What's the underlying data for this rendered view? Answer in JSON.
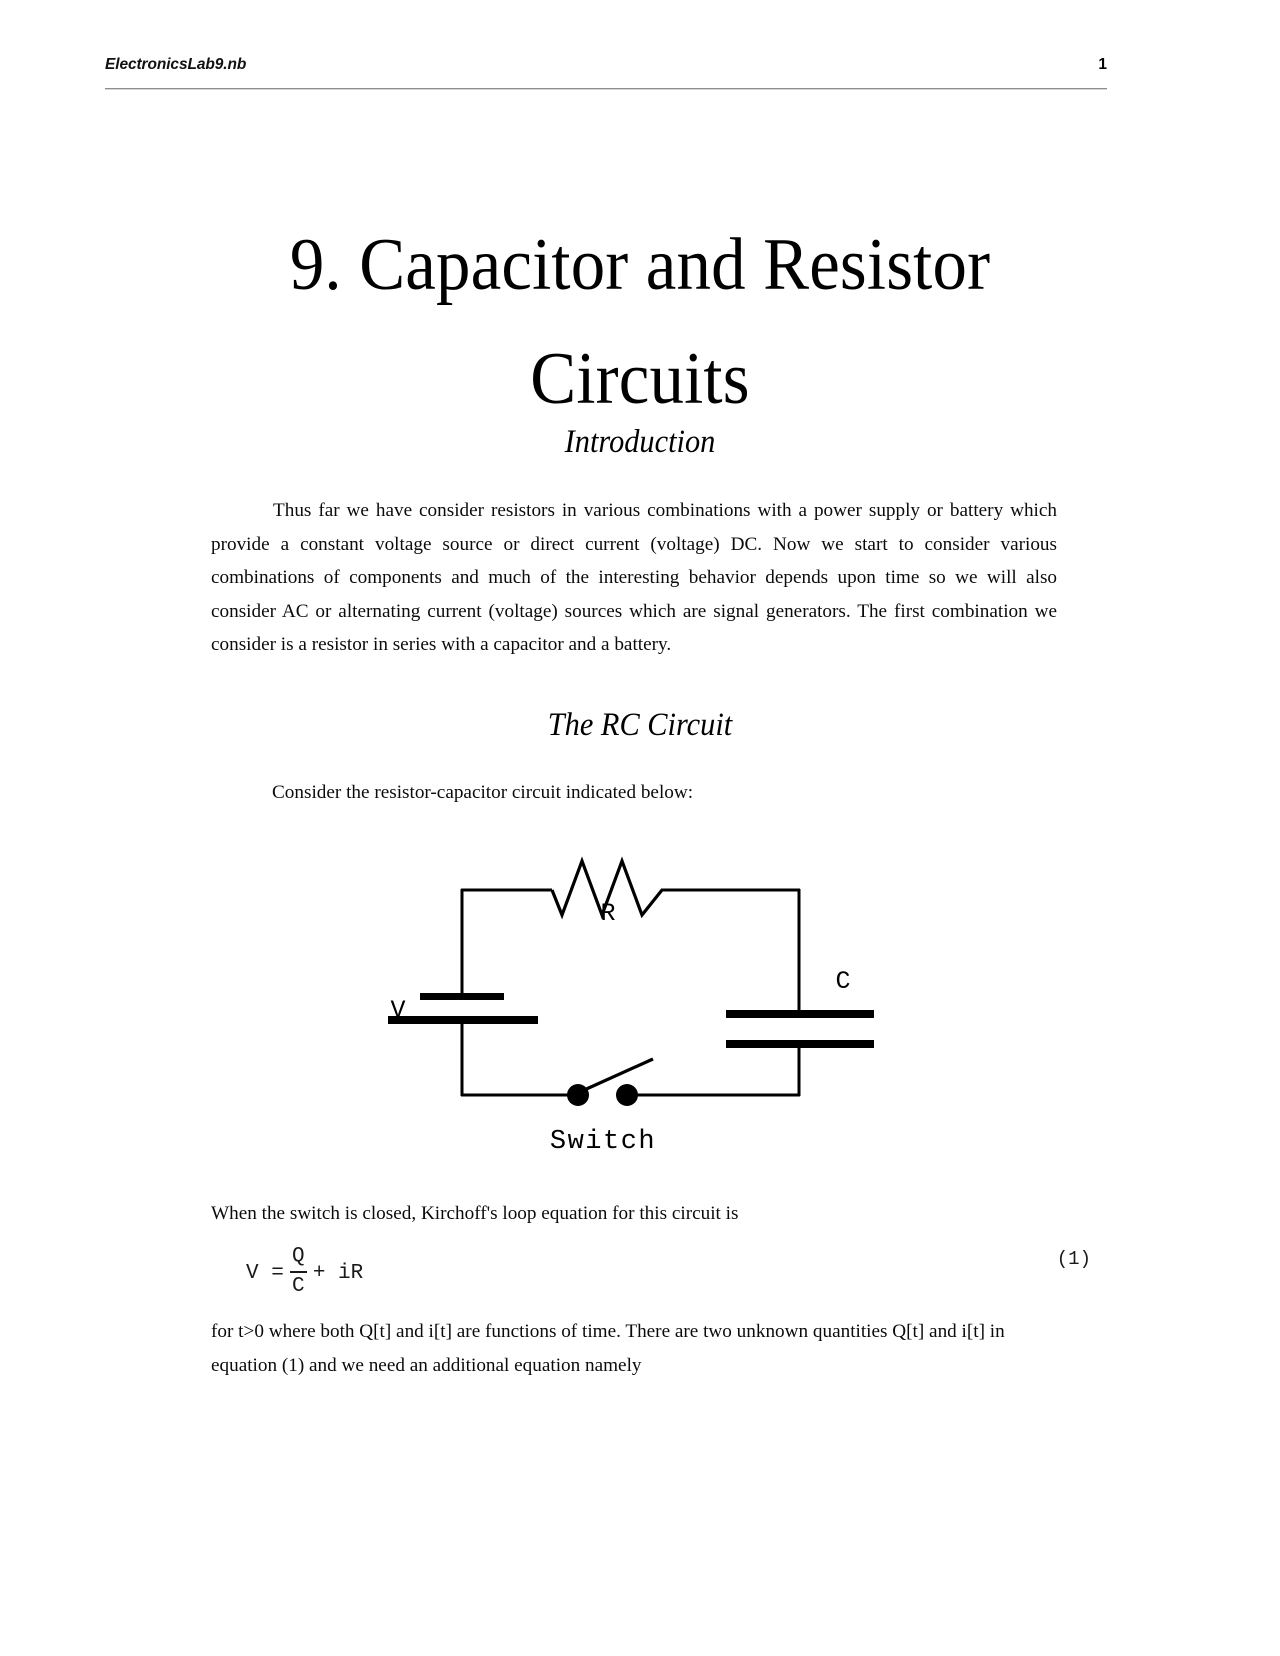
{
  "header": {
    "file_name": "ElectronicsLab9.nb",
    "page_number": "1"
  },
  "title": "9. Capacitor and Resistor Circuits",
  "sections": [
    {
      "heading": "Introduction",
      "paragraph": "Thus far we have consider resistors in various combinations with a power supply or battery which provide a constant voltage source or direct current (voltage) DC.  Now we start to consider various combinations of components and much of the interesting behavior depends upon time so we will also consider AC or alternating current (voltage) sources which are signal generators.  The first combination we consider is a resistor in series with a capacitor and a battery."
    },
    {
      "heading": "The RC Circuit",
      "lead_in": "Consider the resistor-capacitor circuit indicated below:",
      "after_figure": "When the switch is closed, Kirchoff's loop equation for this circuit is",
      "closing": "for t>0 where both Q[t] and i[t] are functions of time.  There are two unknown quantities   Q[t] and i[t] in equation (1) and we need an additional equation namely"
    }
  ],
  "figure": {
    "labels": {
      "resistor": "R",
      "capacitor": "C",
      "battery": "V",
      "switch": "Switch"
    },
    "stroke_color": "#000000"
  },
  "equation": {
    "lhs": "V =",
    "numerator": "Q",
    "denominator": "C",
    "rhs": "+ iR",
    "number": "(1)"
  }
}
